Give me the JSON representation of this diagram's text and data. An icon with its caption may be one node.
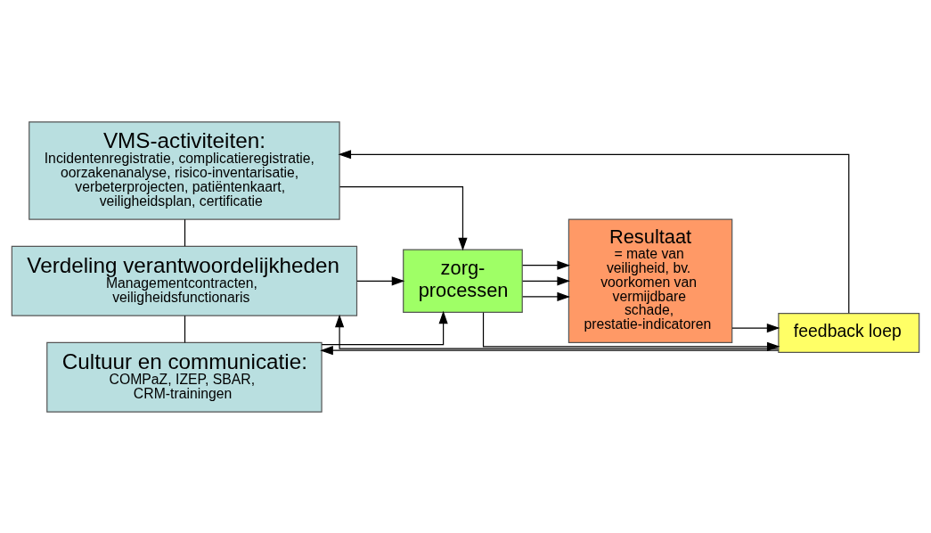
{
  "diagram": {
    "nodes": [
      {
        "text": [
          "VMS-activiteiten:",
          "Incidentenregistratie, complicatieregistratie, oorzakenanalyse, risico-inventarisatie, verbeterprojecten, patiëntenkaart, veiligheidsplan, certificatie"
        ]
      },
      {
        "text": [
          "Verdeling verantwoordelijkheden",
          "Managementcontracten, veiligheidsfunctionaris"
        ]
      },
      {
        "text": [
          "Cultuur en communicatie:",
          "COMPaZ, IZEP, SBAR, CRM-trainingen"
        ]
      },
      {
        "text": [
          "zorg- processen"
        ]
      },
      {
        "text": [
          "Resultaat",
          "= mate van veiligheid, bv. voorkomen van vermijdbare schade, prestatie-indicatoren"
        ]
      },
      {
        "text": [
          "feedback loep"
        ]
      }
    ],
    "edges": [
      {
        "from": 0,
        "to": 3,
        "arrow": "to"
      },
      {
        "from": 1,
        "to": 3,
        "arrow": "to"
      },
      {
        "from": 2,
        "to": 3,
        "arrow": "to"
      },
      {
        "from": 3,
        "to": 4,
        "arrow": "to"
      },
      {
        "from": 3,
        "to": 4,
        "arrow": "to"
      },
      {
        "from": 3,
        "to": 4,
        "arrow": "to"
      },
      {
        "from": 3,
        "to": 5,
        "arrow": "to"
      },
      {
        "from": 4,
        "to": 5,
        "arrow": "to"
      },
      {
        "from": 5,
        "to": 0,
        "arrow": "to"
      },
      {
        "from": 5,
        "to": 1,
        "arrow": "to"
      },
      {
        "from": 5,
        "to": 2,
        "arrow": "to"
      },
      {
        "from": 0,
        "to": 1,
        "arrow": "none"
      },
      {
        "from": 1,
        "to": 2,
        "arrow": "none"
      }
    ]
  }
}
